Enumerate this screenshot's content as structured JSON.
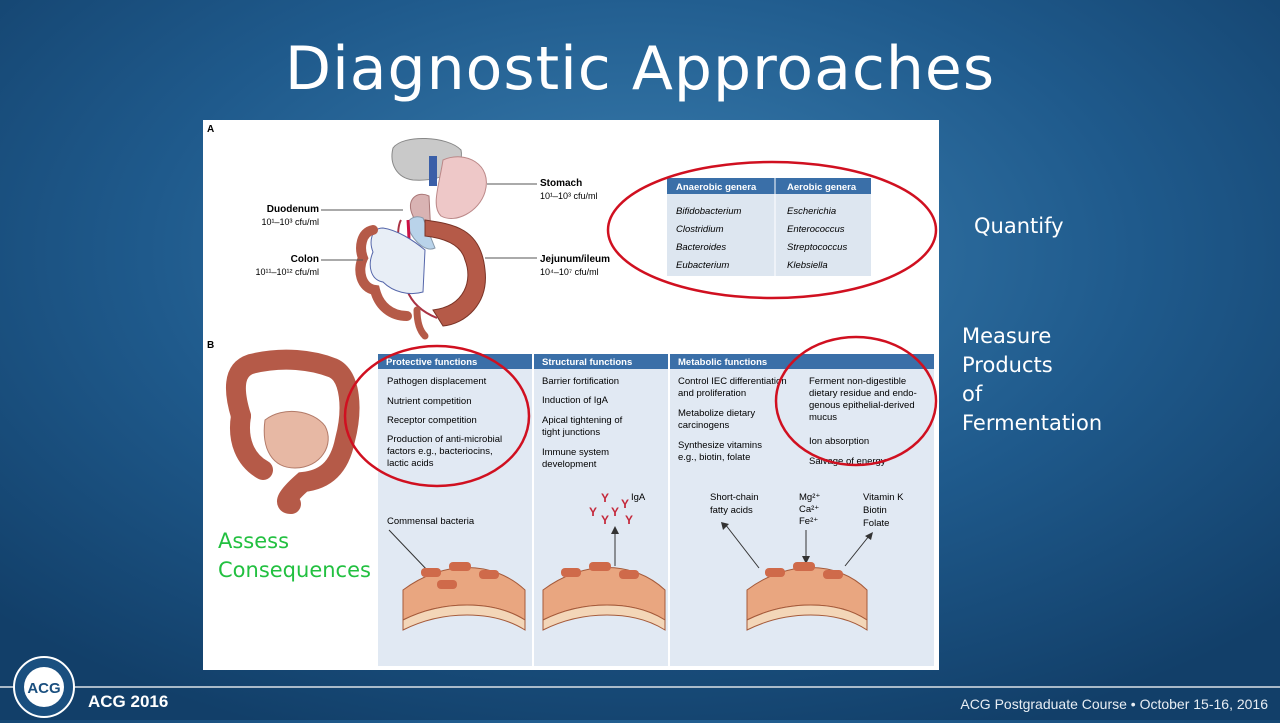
{
  "slide": {
    "title": "Diagnostic Approaches",
    "quantify": "Quantify",
    "measure_lines": [
      "Measure",
      "Products",
      "of",
      "Fermentation"
    ],
    "assess_lines": [
      "Assess",
      "Consequences"
    ]
  },
  "figure": {
    "panel_a": "A",
    "panel_b": "B",
    "stomach": {
      "name": "Stomach",
      "count": "10¹–10³ cfu/ml"
    },
    "duodenum": {
      "name": "Duodenum",
      "count": "10¹–10³ cfu/ml"
    },
    "colon": {
      "name": "Colon",
      "count": "10¹¹–10¹² cfu/ml"
    },
    "jejunum": {
      "name": "Jejunum/ileum",
      "count": "10⁴–10⁷ cfu/ml"
    },
    "genera_table": {
      "headers": [
        "Anaerobic genera",
        "Aerobic genera"
      ],
      "anaerobic": [
        "Bifidobacterium",
        "Clostridium",
        "Bacteroides",
        "Eubacterium"
      ],
      "aerobic": [
        "Escherichia",
        "Enterococcus",
        "Streptococcus",
        "Klebsiella"
      ]
    },
    "functions": {
      "headers": [
        "Protective functions",
        "Structural functions",
        "Metabolic functions"
      ],
      "protective": [
        "Pathogen displacement",
        "Nutrient competition",
        "Receptor competition",
        "Production of anti-microbial",
        "factors e.g., bacteriocins,",
        "lactic acids"
      ],
      "structural": [
        "Barrier fortification",
        "Induction of IgA",
        "Apical tightening of",
        "tight junctions",
        "Immune system",
        "development"
      ],
      "metabolic_left": [
        "Control IEC differentiation",
        "and proliferation",
        "Metabolize dietary",
        "carcinogens",
        "Synthesize vitamins",
        "e.g., biotin, folate"
      ],
      "metabolic_right": [
        "Ferment non-digestible",
        "dietary residue and endo-",
        "genous epithelial-derived",
        "mucus",
        "Ion absorption",
        "Salvage of energy"
      ]
    },
    "bottom": {
      "commensal": "Commensal bacteria",
      "iga": "IgA",
      "scfa": [
        "Short-chain",
        "fatty acids"
      ],
      "minerals": [
        "Mg²⁺",
        "Ca²⁺",
        "Fe²⁺"
      ],
      "vitamins": [
        "Vitamin K",
        "Biotin",
        "Folate"
      ]
    }
  },
  "footer": {
    "left": "ACG 2016",
    "right": "ACG Postgraduate Course • October 15-16, 2016",
    "logo_text": "ACG"
  },
  "colors": {
    "accent_red": "#d01020",
    "table_header": "#3a6fa8",
    "green": "#22c040"
  }
}
